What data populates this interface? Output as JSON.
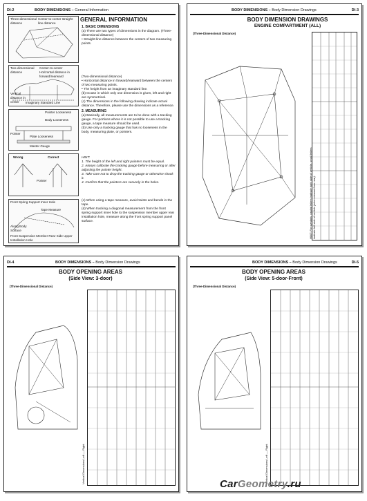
{
  "pages": [
    {
      "number": "DI-2",
      "header_title": "BODY DIMENSIONS",
      "header_sub": "General Information",
      "heading": "GENERAL INFORMATION",
      "section1": {
        "label": "1. BASIC DIMENSIONS",
        "a": "(a) There are two types of dimensions in the diagram. (Three-dimensional distance)",
        "a_bullet1": "Straight-line distance between the centers of two measuring points.",
        "two_dim": "(Two-dimensional distance)",
        "a_bullet2": "Horizontal distance in forward/rearward between the centers of two measuring points.",
        "a_bullet3": "The height from an imaginary standard line.",
        "b": "(b) Incase in which only one dimension is given, left and right are symmetrical.",
        "c": "(c) The dimensions in the following drawing indicate actual distance. Therefore, please use the dimensions as a reference."
      },
      "section2": {
        "label": "2. MEASURING",
        "a": "(a) Basically, all measurements are to be done with a tracking gauge. For portions where it is not possible to use a tracking gauge, a tape measure should be used.",
        "b": "(b) Use only a tracking gauge that has no looseness in the body, measuring plate, or pointers."
      },
      "hint": {
        "label": "HINT:",
        "h1": "1. The height of the left and right pointers must be equal.",
        "h2": "2. Always calibrate the tracking gauge before measuring or after adjusting the pointer height.",
        "h3": "3. Take care not to drop the tracking gauge or otherwise shock it.",
        "h4": "4. Confirm that the pointers are securely in the holes."
      },
      "section_cd": {
        "c": "(c) When using a tape measure, avoid twists and bends in the tape.",
        "d": "(d) When tracking a diagonal measurement from the front spring support inner hole to the suspension member upper rear installation hole, measure along the front spring support panel surface."
      },
      "fig_labels": {
        "three_dim": "Three-dimensional distance",
        "center_center": "Center-to-center straight-line distance",
        "two_dim": "Two-dimensional distance",
        "horizontal": "Center-to-center Horizontal distance in forward/rearward",
        "vertical": "Vertical distance in center",
        "imaginary": "Imaginary Standard Line",
        "pointer_loose": "Pointer Looseness",
        "body_loose": "Body Looseness",
        "pointer": "Pointer",
        "plate_loose": "Plate Looseness",
        "master_gauge": "Master Gauge",
        "wrong": "Wrong",
        "correct": "Correct",
        "pointer2": "Pointer",
        "front_spring": "Front Spring Support Inner Hole",
        "tape": "Tape Measure",
        "along_body": "Along Body Surface",
        "suspension": "Front Suspension Member Rear Side Upper Installation Hole"
      }
    },
    {
      "number": "DI-3",
      "header_title": "BODY DIMENSIONS",
      "header_sub": "Body Dimension Drawings",
      "heading1": "BODY DIMENSION DRAWINGS",
      "heading2": "ENGINE COMPARTMENT (ALL)",
      "table_title": "(Three-Dimensional Distance)",
      "hint": "HINT: For symbols, capital letters indicate right side of vehicle, small letters indicate left side of vehicle (when viewed from rear)."
    },
    {
      "number": "DI-4",
      "header_title": "BODY DIMENSIONS",
      "header_sub": "Body Dimension Drawings",
      "heading1": "BODY OPENING AREAS",
      "heading2": "(Side View: 3-door)",
      "table_title": "(Three-Dimensional Distance)",
      "vertical_label": "Vertical Dimensions Left — Right"
    },
    {
      "number": "DI-5",
      "header_title": "BODY DIMENSIONS",
      "header_sub": "Body Dimension Drawings",
      "heading1": "BODY OPENING AREAS",
      "heading2": "(Side View: 5-door-Front)",
      "table_title": "(Three-Dimensional Distance)",
      "vertical_label": "Vertical Dimensions Left — Right"
    }
  ],
  "watermark": {
    "part1": "Car",
    "part2": "Geometry",
    "part3": ".ru"
  }
}
